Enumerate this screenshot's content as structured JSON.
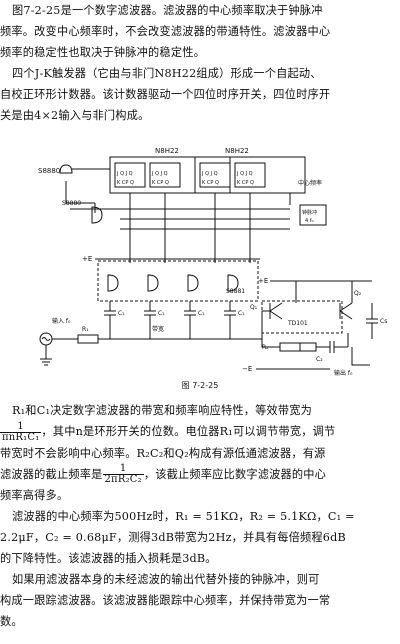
{
  "intro": {
    "p1_line1": "图7-2-25是一个数字滤波器。滤波器的中心频率取决于钟脉冲",
    "p1_line2": "频率。改变中心频率时，不会改变滤波器的带通特性。滤波器中心",
    "p1_line3": "频率的稳定性也取决于钟脉冲的稳定性。",
    "p2_line1": "四个J-K触发器（它由与非门N8H22组成）形成一个自起动、",
    "p2_line2": "自校正环形计数器。该计数器驱动一个四位时序开关，四位时序开",
    "p2_line3": "关是由4×2输入与非门构成。"
  },
  "diagram": {
    "chip_n8h22_a": "N8H22",
    "chip_n8h22_b": "N8H22",
    "ff_label": "J  Q  J  Q",
    "ck_label": "K CP Q",
    "s8880": "S8880",
    "s8881": "S8881",
    "center_freq_label": "中心频率",
    "clock_label": "钟脉冲",
    "clock_value": "4 f₀",
    "plus_e_top": "+E",
    "plus_e_mid": "+E",
    "minus_e": "−E",
    "input_label": "输入 f₀",
    "output_label": "输出 f₀",
    "tdi01": "TD101",
    "r1": "R₁",
    "c1": "C₁",
    "r2": "R₂",
    "c2": "C₂",
    "q1": "Q₁",
    "q2": "Q₂",
    "cs": "Cs",
    "band": "带宽",
    "c1_labels": [
      "C₁",
      "C₁",
      "C₁",
      "C₁"
    ]
  },
  "caption": "图 7-2-25",
  "body": {
    "p3_a": "R₁和C₁决定数字滤波器的带宽和频率响应特性，等效带宽为",
    "p3_frac_num": "1",
    "p3_frac_den": "πnR₁C₁",
    "p3_b": "，其中n是环形开关的位数。电位器R₁可以调节带宽，调节",
    "p3_c": "带宽时不会影响中心频率。R₂C₂和Q₂构成有源低通滤波器，有源",
    "p3_d": "滤波器的截止频率是",
    "p3_frac2_num": "1",
    "p3_frac2_den": "2πR₂C₂",
    "p3_e": "，该截止频率应比数字滤波器的中心",
    "p3_f": "频率高得多。",
    "p4_line1": "滤波器的中心频率为500Hz时，R₁ = 51KΩ，R₂ = 5.1KΩ，C₁ =",
    "p4_line2": "2.2μF，C₂ = 0.68μF，测得3dB带宽为2Hz，并具有每倍频程6dB",
    "p4_line3": "的下降特性。该滤波器的插入损耗是3dB。",
    "p5_line1": "如果用滤波器本身的未经滤波的输出代替外接的钟脉冲，则可",
    "p5_line2": "构成一跟踪滤波器。该滤波器能跟踪中心频率，并保持带宽为一常",
    "p5_line3": "数。"
  }
}
